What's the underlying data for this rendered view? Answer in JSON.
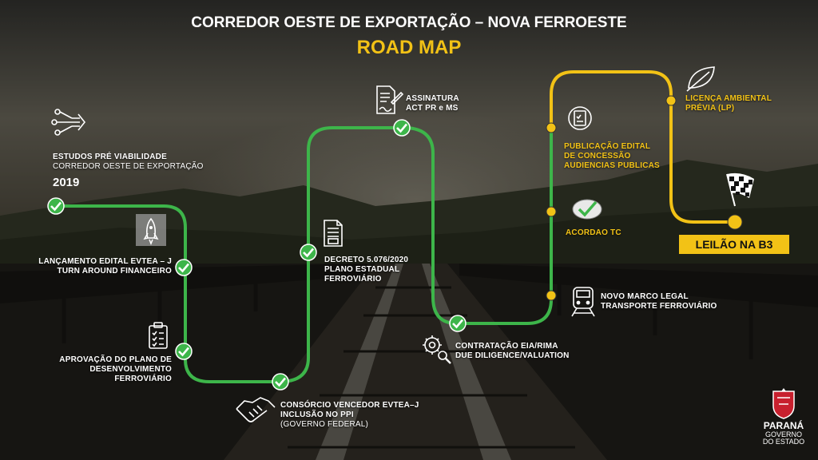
{
  "header": {
    "title": "CORREDOR OESTE DE EXPORTAÇÃO – NOVA FERROESTE",
    "subtitle": "ROAD MAP"
  },
  "colors": {
    "done": "#3db54a",
    "pending": "#f2c216",
    "text": "#ffffff"
  },
  "milestones": {
    "estudos": {
      "line1": "ESTUDOS PRÉ VIABILIDADE",
      "line2": "CORREDOR OESTE DE EXPORTAÇÃO",
      "year": "2019",
      "icon": "network-arrows-icon"
    },
    "lancamento": {
      "line1": "LANÇAMENTO EDITAL EVTEA – J",
      "line2": "TURN AROUND FINANCEIRO",
      "icon": "rocket-icon"
    },
    "aprovacao": {
      "line1": "APROVAÇÃO DO PLANO DE",
      "line2": "DESENVOLVIMENTO",
      "line3": "FERROVIÁRIO",
      "icon": "clipboard-checklist-icon"
    },
    "consorcio": {
      "line1": "CONSÓRCIO VENCEDOR EVTEA–J",
      "line2": "INCLUSÃO NO PPI",
      "line3": "(GOVERNO FEDERAL)",
      "icon": "handshake-icon"
    },
    "decreto": {
      "line1": "DECRETO 5.076/2020",
      "line2": "PLANO ESTADUAL",
      "line3": "FERROVIÁRIO",
      "icon": "document-icon"
    },
    "assinatura": {
      "line1": "ASSINATURA",
      "line2": "ACT PR e MS",
      "icon": "signed-document-icon"
    },
    "contratacao": {
      "line1": "CONTRATAÇÃO  EIA/RIMA",
      "line2": "DUE DILIGENCE/VALUATION",
      "icon": "gear-magnifier-icon"
    },
    "marco": {
      "line1": "NOVO MARCO LEGAL",
      "line2": "TRANSPORTE  FERROVIÁRIO",
      "icon": "train-icon"
    },
    "acordao": {
      "line1": "ACORDAO  TC",
      "icon": "check-badge-icon"
    },
    "publicacao": {
      "line1": "PUBLICAÇÃO EDITAL",
      "line2": "DE CONCESSÃO",
      "line3": "AUDIENCIAS PUBLICAS",
      "icon": "checklist-icon"
    },
    "licenca": {
      "line1": "LICENÇA AMBIENTAL",
      "line2": "PRÉVIA (LP)",
      "icon": "leaf-icon"
    },
    "leilao": {
      "label": "LEILÃO NA B3",
      "icon": "checkered-flag-icon"
    }
  },
  "logo": {
    "name": "PARANÁ",
    "sub1": "GOVERNO",
    "sub2": "DO ESTADO",
    "icon": "state-coat-of-arms-icon"
  }
}
